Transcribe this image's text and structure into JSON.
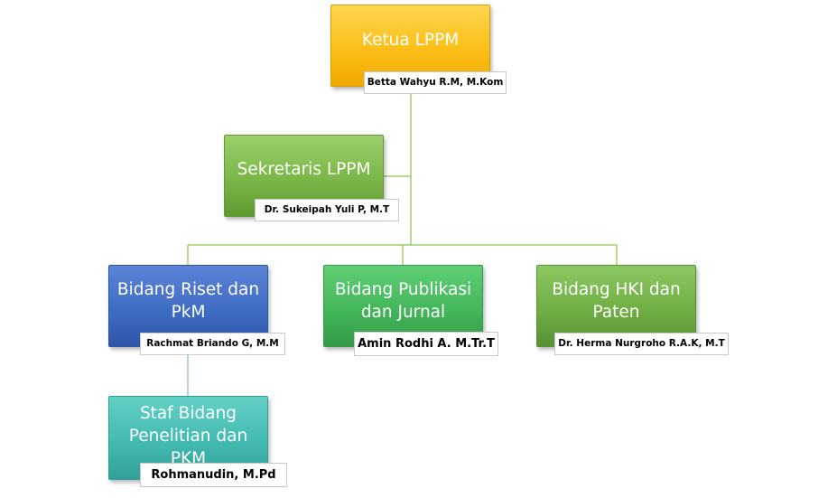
{
  "colors": {
    "connector": "#8bc34a",
    "connector_staf": "#7fb6d8",
    "ketua": "#fbbf18",
    "sekretaris": "#7ab648",
    "riset": "#3f6cc4",
    "publikasi": "#44b65a",
    "hki": "#6fae44",
    "staf": "#43bab0"
  },
  "ketua": {
    "title": "Ketua LPPM",
    "name": "Betta Wahyu R.M,  M.Kom"
  },
  "sekretaris": {
    "title": "Sekretaris LPPM",
    "name": "Dr.  Sukeipah Yuli P, M.T"
  },
  "bidang": [
    {
      "title_line1": "Bidang Riset dan",
      "title_line2": "PkM",
      "name": "Rachmat  Briando G, M.M"
    },
    {
      "title_line1": "Bidang Publikasi",
      "title_line2": "dan Jurnal",
      "name": "Amin Rodhi A. M.Tr.T"
    },
    {
      "title_line1": "Bidang HKI dan",
      "title_line2": "Paten",
      "name": "Dr. Herma Nurgroho R.A.K,  M.T"
    }
  ],
  "staf": {
    "title_line1": "Staf Bidang",
    "title_line2": "Penelitian dan",
    "title_line3": "PKM",
    "name": "Rohmanudin, M.Pd"
  }
}
